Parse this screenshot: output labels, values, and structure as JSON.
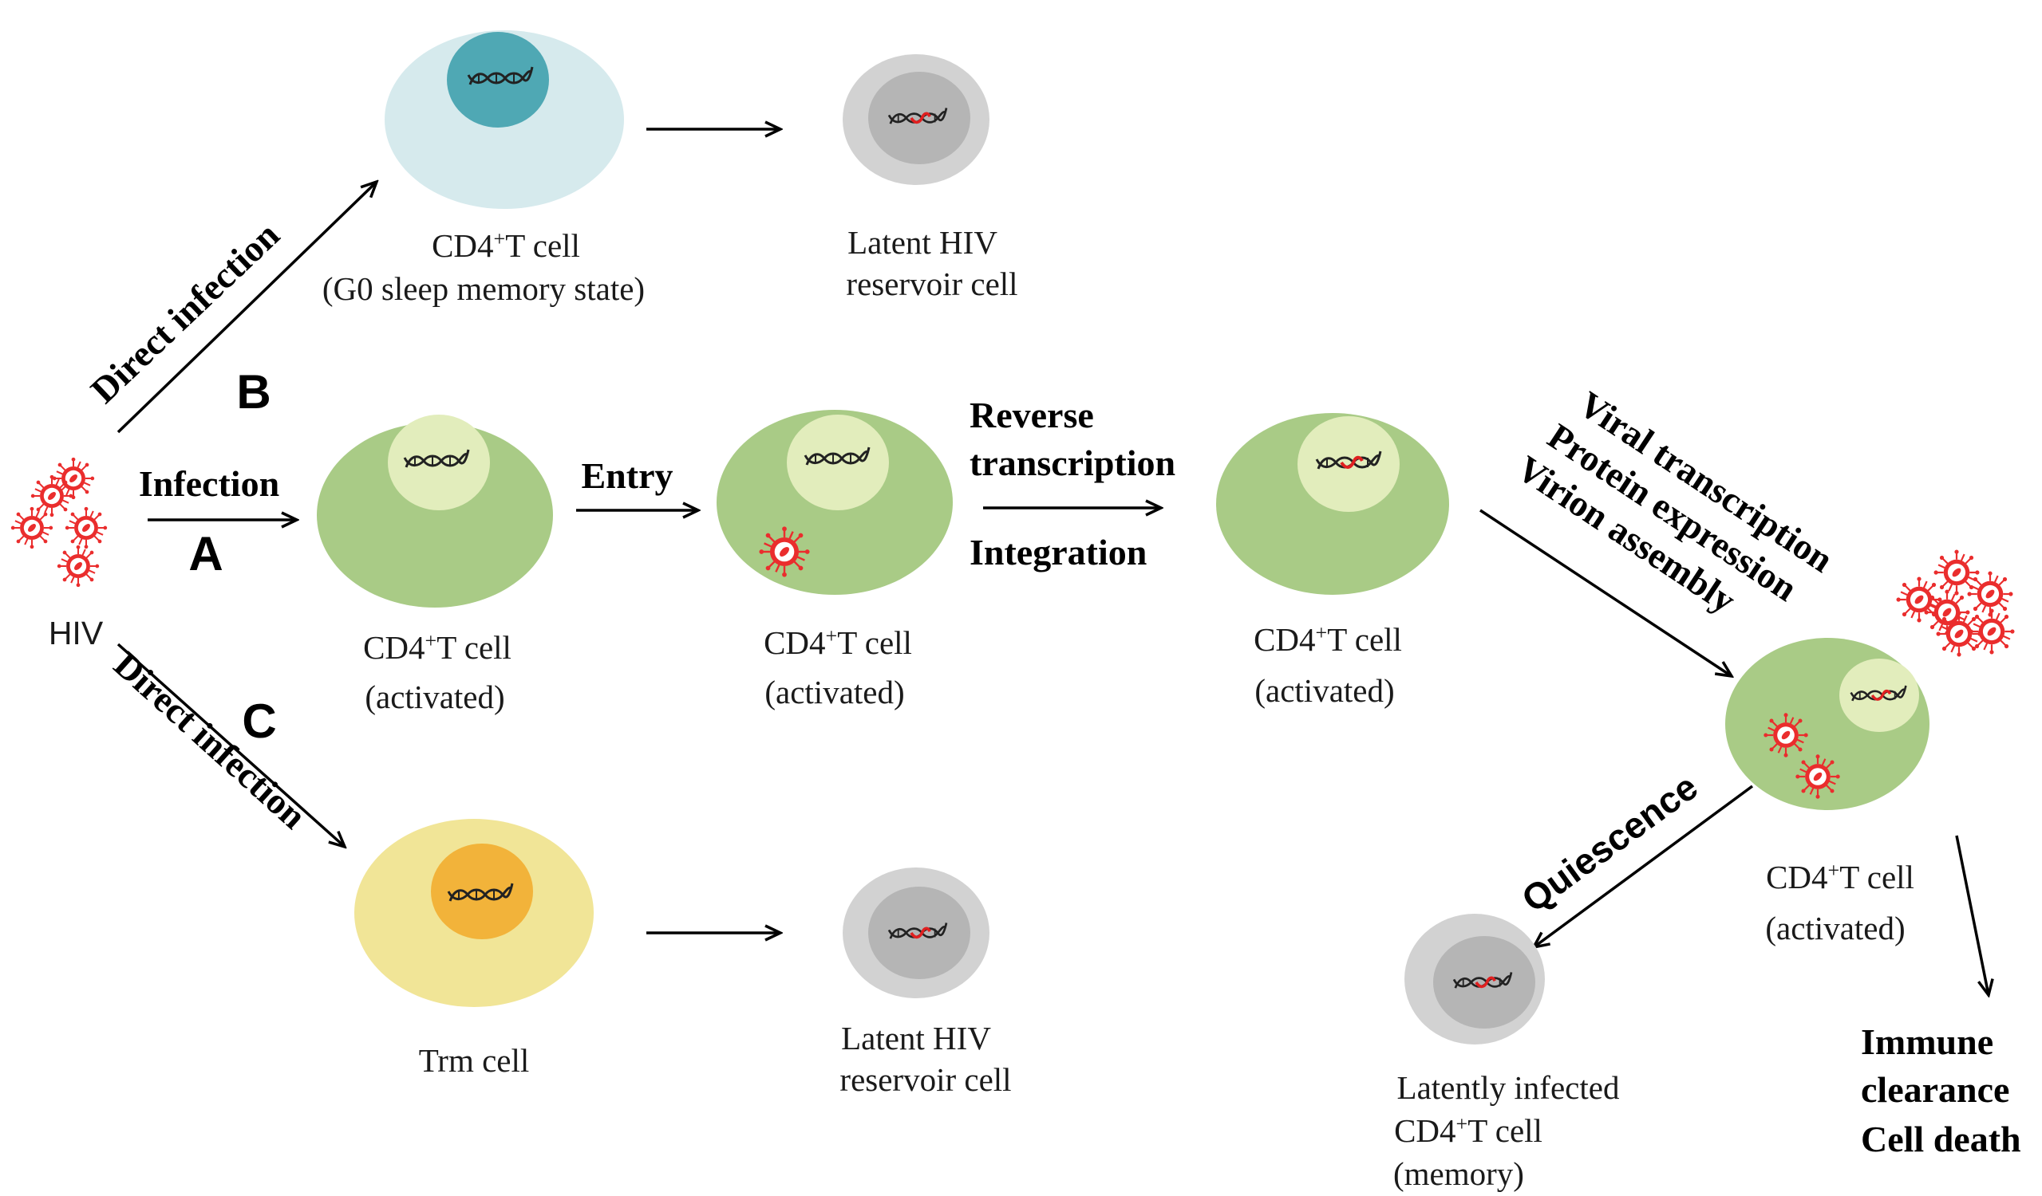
{
  "colors": {
    "activated_cell": "#a9cb86",
    "activated_nucleus": "#e2edbc",
    "g0_cell": "#d6eaed",
    "g0_nucleus": "#4fa8b4",
    "trm_cell": "#f1e597",
    "trm_nucleus": "#f2b33a",
    "latent_cell": "#d2d2d2",
    "latent_nucleus": "#b5b5b5",
    "virus": "#ea2d2d",
    "integrated_dna": "#e02020"
  },
  "labels": {
    "hiv": "HIV",
    "path_a": "A",
    "path_b": "B",
    "path_c": "C",
    "infection": "Infection",
    "entry": "Entry",
    "reverse": "Reverse",
    "transcription": "transcription",
    "integration": "Integration",
    "direct_infection_b": "Direct infection",
    "direct_infection_c": "Direct infection",
    "viral_transcription": "Viral transcription",
    "protein_expression": "Protein expression",
    "virion_assembly": "Virion assembly",
    "quiescence": "Quiescence",
    "immune": "Immune",
    "clearance": "clearance",
    "cell_death": "Cell death"
  },
  "cells": {
    "g0": {
      "line1_a": "CD4",
      "line1_sup": "+",
      "line1_b": "T cell",
      "line2": "(G0 sleep memory state)"
    },
    "latent_b": {
      "line1": "Latent HIV",
      "line2": "reservoir cell"
    },
    "act1": {
      "line1_a": "CD4",
      "line1_sup": "+",
      "line1_b": "T cell",
      "line2": "(activated)"
    },
    "act2": {
      "line1_a": "CD4",
      "line1_sup": "+",
      "line1_b": "T cell",
      "line2": "(activated)"
    },
    "act3": {
      "line1_a": "CD4",
      "line1_sup": "+",
      "line1_b": "T cell",
      "line2": "(activated)"
    },
    "act4": {
      "line1_a": "CD4",
      "line1_sup": "+",
      "line1_b": "T cell",
      "line2": "(activated)"
    },
    "trm": {
      "line1": "Trm cell"
    },
    "latent_c": {
      "line1": "Latent HIV",
      "line2": "reservoir cell"
    },
    "memory": {
      "line1": "Latently infected",
      "line2_a": "CD4",
      "line2_sup": "+",
      "line2_b": "T cell",
      "line3": "(memory)"
    }
  }
}
